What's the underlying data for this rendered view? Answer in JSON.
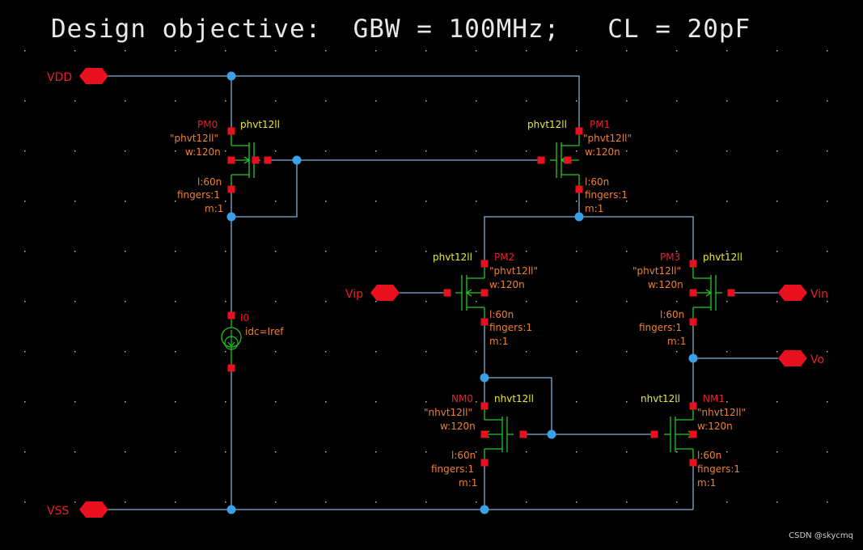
{
  "title": "Design objective:  GBW = 100MHz;   CL = 20pF",
  "colors": {
    "background": "#000000",
    "wire": "#7fb0d6",
    "node": "#3aa0e8",
    "pin": "#e8101e",
    "device": "#26c826",
    "label_orange": "#f08030",
    "label_yellow": "#e8e83a",
    "label_red": "#e8202a",
    "source": "#20c020"
  },
  "pins": {
    "vdd": "VDD",
    "vss": "VSS",
    "vip": "Vip",
    "vin": "Vin",
    "vo": "Vo"
  },
  "devices": {
    "pm0": {
      "inst": "PM0",
      "cell": "phvt12ll",
      "model": "\"phvt12ll\"",
      "w": "w:120n",
      "l": "l:60n",
      "fingers": "fingers:1",
      "m": "m:1"
    },
    "pm1": {
      "inst": "PM1",
      "cell": "phvt12ll",
      "model": "\"phvt12ll\"",
      "w": "w:120n",
      "l": "l:60n",
      "fingers": "fingers:1",
      "m": "m:1"
    },
    "pm2": {
      "inst": "PM2",
      "cell": "phvt12ll",
      "model": "\"phvt12ll\"",
      "w": "w:120n",
      "l": "l:60n",
      "fingers": "fingers:1",
      "m": "m:1"
    },
    "pm3": {
      "inst": "PM3",
      "cell": "phvt12ll",
      "model": "\"phvt12ll\"",
      "w": "w:120n",
      "l": "l:60n",
      "fingers": "fingers:1",
      "m": "m:1"
    },
    "nm0": {
      "inst": "NM0",
      "cell": "nhvt12ll",
      "model": "\"nhvt12ll\"",
      "w": "w:120n",
      "l": "l:60n",
      "fingers": "fingers:1",
      "m": "m:1"
    },
    "nm1": {
      "inst": "NM1",
      "cell": "nhvt12ll",
      "model": "\"nhvt12ll\"",
      "w": "w:120n",
      "l": "l:60n",
      "fingers": "fingers:1",
      "m": "m:1"
    },
    "i0": {
      "inst": "I0",
      "param": "idc=Iref"
    }
  },
  "watermark": "CSDN @skycmq"
}
